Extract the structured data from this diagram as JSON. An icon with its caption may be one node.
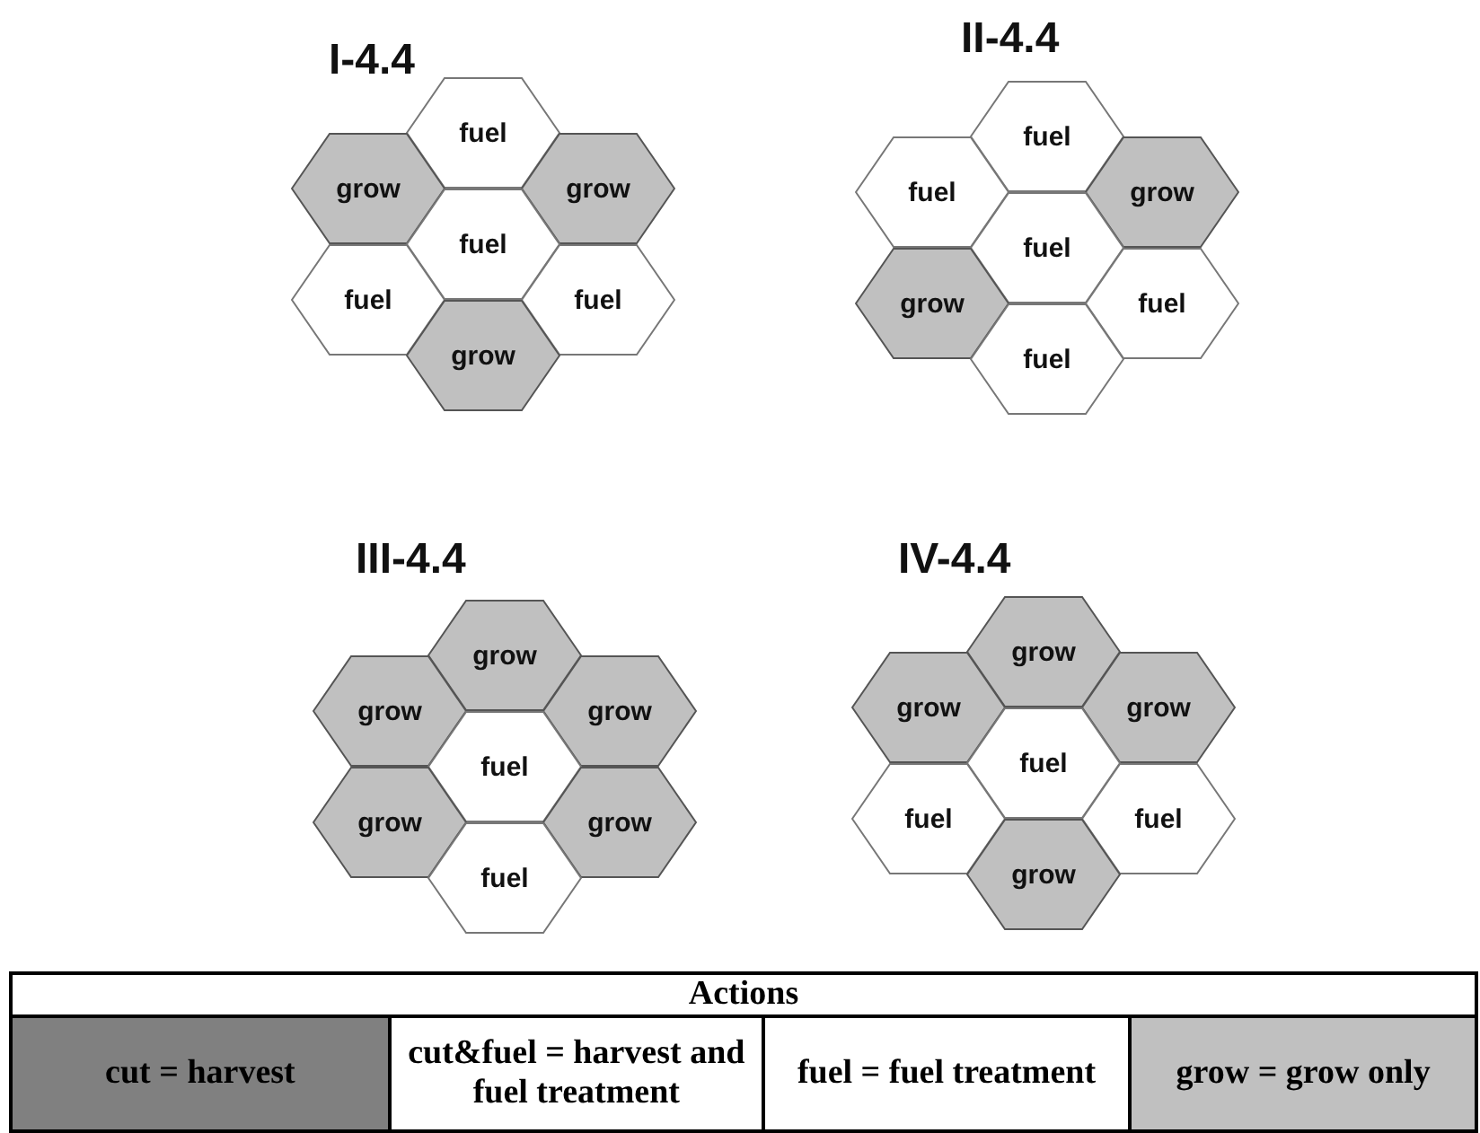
{
  "diagram": {
    "nodes": [
      {
        "text": [
          "fuel"
        ]
      },
      {
        "text": [
          "grow"
        ]
      },
      {
        "text": [
          "grow"
        ]
      },
      {
        "text": [
          "fuel"
        ]
      },
      {
        "text": [
          "fuel"
        ]
      },
      {
        "text": [
          "fuel"
        ]
      },
      {
        "text": [
          "grow"
        ]
      },
      {
        "text": [
          "fuel"
        ]
      },
      {
        "text": [
          "fuel"
        ]
      },
      {
        "text": [
          "grow"
        ]
      },
      {
        "text": [
          "fuel"
        ]
      },
      {
        "text": [
          "grow"
        ]
      },
      {
        "text": [
          "fuel"
        ]
      },
      {
        "text": [
          "fuel"
        ]
      },
      {
        "text": [
          "grow"
        ]
      },
      {
        "text": [
          "grow"
        ]
      },
      {
        "text": [
          "grow"
        ]
      },
      {
        "text": [
          "fuel"
        ]
      },
      {
        "text": [
          "grow"
        ]
      },
      {
        "text": [
          "grow"
        ]
      },
      {
        "text": [
          "fuel"
        ]
      },
      {
        "text": [
          "grow"
        ]
      },
      {
        "text": [
          "grow"
        ]
      },
      {
        "text": [
          "grow"
        ]
      },
      {
        "text": [
          "fuel"
        ]
      },
      {
        "text": [
          "fuel"
        ]
      },
      {
        "text": [
          "fuel"
        ]
      },
      {
        "text": [
          "grow"
        ]
      }
    ],
    "edges": [],
    "labels": [
      "I-4.4",
      "II-4.4",
      "III-4.4",
      "IV-4.4",
      "Actions"
    ],
    "legend": [
      {
        "text": "cut = harvest",
        "color": "#808080"
      },
      {
        "text": "cut&fuel = harvest and fuel treatment",
        "color": "#ffffff"
      },
      {
        "text": "fuel = fuel treatment",
        "color": "#ffffff"
      },
      {
        "text": "grow = grow only",
        "color": "#c0c0c0"
      }
    ]
  }
}
